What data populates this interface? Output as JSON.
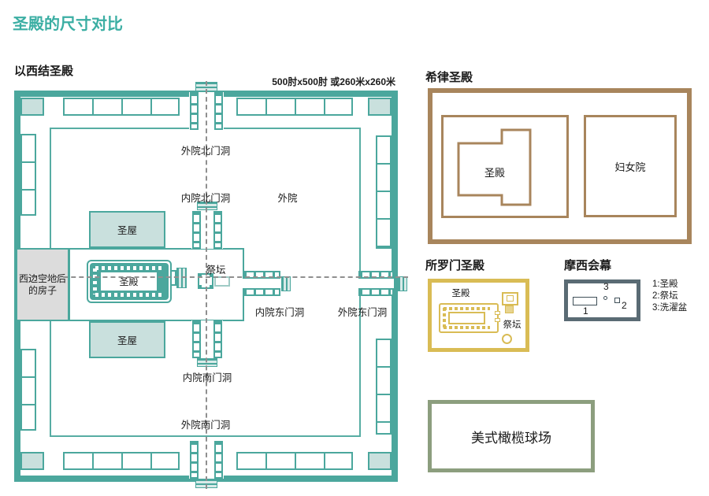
{
  "title": "圣殿的尺寸对比",
  "colors": {
    "accent_teal": "#3BAEA3",
    "wall_teal": "#4BA79D",
    "light_teal_fill": "#C9E0DD",
    "herod_brown": "#A8855C",
    "solomon_gold": "#D9BC55",
    "moses_gray": "#5A6B74",
    "football_green": "#8C9E7E"
  },
  "ezekiel": {
    "title": "以西结圣殿",
    "dimension": "500肘x500肘 或260米x260米",
    "labels": {
      "outer_north_gate": "外院北门洞",
      "inner_north_gate": "内院北门洞",
      "outer_court": "外院",
      "temple": "圣殿",
      "altar": "祭坛",
      "holy_room": "圣屋",
      "west_building_line1": "西边空地后",
      "west_building_line2": "的房子",
      "inner_east_gate": "内院东门洞",
      "outer_east_gate": "外院东门洞",
      "inner_south_gate": "内院南门洞",
      "outer_south_gate": "外院南门洞"
    }
  },
  "herod": {
    "title": "希律圣殿",
    "temple": "圣殿",
    "women_court": "妇女院"
  },
  "solomon": {
    "title": "所罗门圣殿",
    "temple": "圣殿",
    "altar": "祭坛"
  },
  "moses": {
    "title": "摩西会幕",
    "markers": {
      "m1": "1",
      "m2": "2",
      "m3": "3"
    },
    "legend": [
      "1:圣殿",
      "2:祭坛",
      "3:洗濯盆"
    ]
  },
  "football": {
    "label": "美式橄榄球场"
  }
}
